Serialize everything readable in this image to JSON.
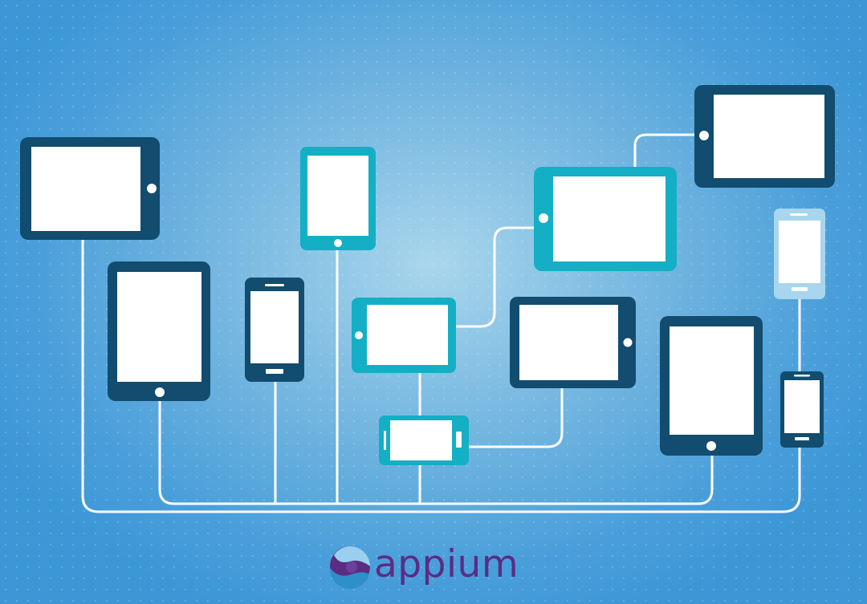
{
  "brand": {
    "name": "appium",
    "text_color": "#5a2d83",
    "mark_colors": [
      "#5a2d83",
      "#6c3f98",
      "#2f8fc9",
      "#9ad0ee"
    ]
  },
  "colors": {
    "device_dark": "#124c6f",
    "device_teal": "#14afc4",
    "device_light": "#a7d6ee",
    "screen": "#ffffff",
    "cable": "#ffffff"
  },
  "devices": [
    {
      "id": "tablet-landscape-left",
      "kind": "tablet",
      "orientation": "landscape",
      "color": "dark"
    },
    {
      "id": "tablet-portrait-left",
      "kind": "tablet",
      "orientation": "portrait",
      "color": "dark"
    },
    {
      "id": "phone-portrait-left",
      "kind": "phone",
      "orientation": "portrait",
      "color": "dark"
    },
    {
      "id": "tablet-portrait-teal",
      "kind": "tablet",
      "orientation": "portrait",
      "color": "teal"
    },
    {
      "id": "tablet-landscape-teal-small",
      "kind": "tablet",
      "orientation": "landscape",
      "color": "teal"
    },
    {
      "id": "phone-landscape-teal",
      "kind": "phone",
      "orientation": "landscape",
      "color": "teal"
    },
    {
      "id": "tablet-landscape-teal-large",
      "kind": "tablet",
      "orientation": "landscape",
      "color": "teal"
    },
    {
      "id": "tablet-landscape-center",
      "kind": "tablet",
      "orientation": "landscape",
      "color": "dark"
    },
    {
      "id": "tablet-landscape-top-right",
      "kind": "tablet",
      "orientation": "landscape",
      "color": "dark"
    },
    {
      "id": "tablet-portrait-right",
      "kind": "tablet",
      "orientation": "portrait",
      "color": "dark"
    },
    {
      "id": "phone-portrait-light",
      "kind": "phone",
      "orientation": "portrait",
      "color": "light"
    },
    {
      "id": "phone-portrait-right",
      "kind": "phone",
      "orientation": "portrait",
      "color": "dark"
    }
  ]
}
